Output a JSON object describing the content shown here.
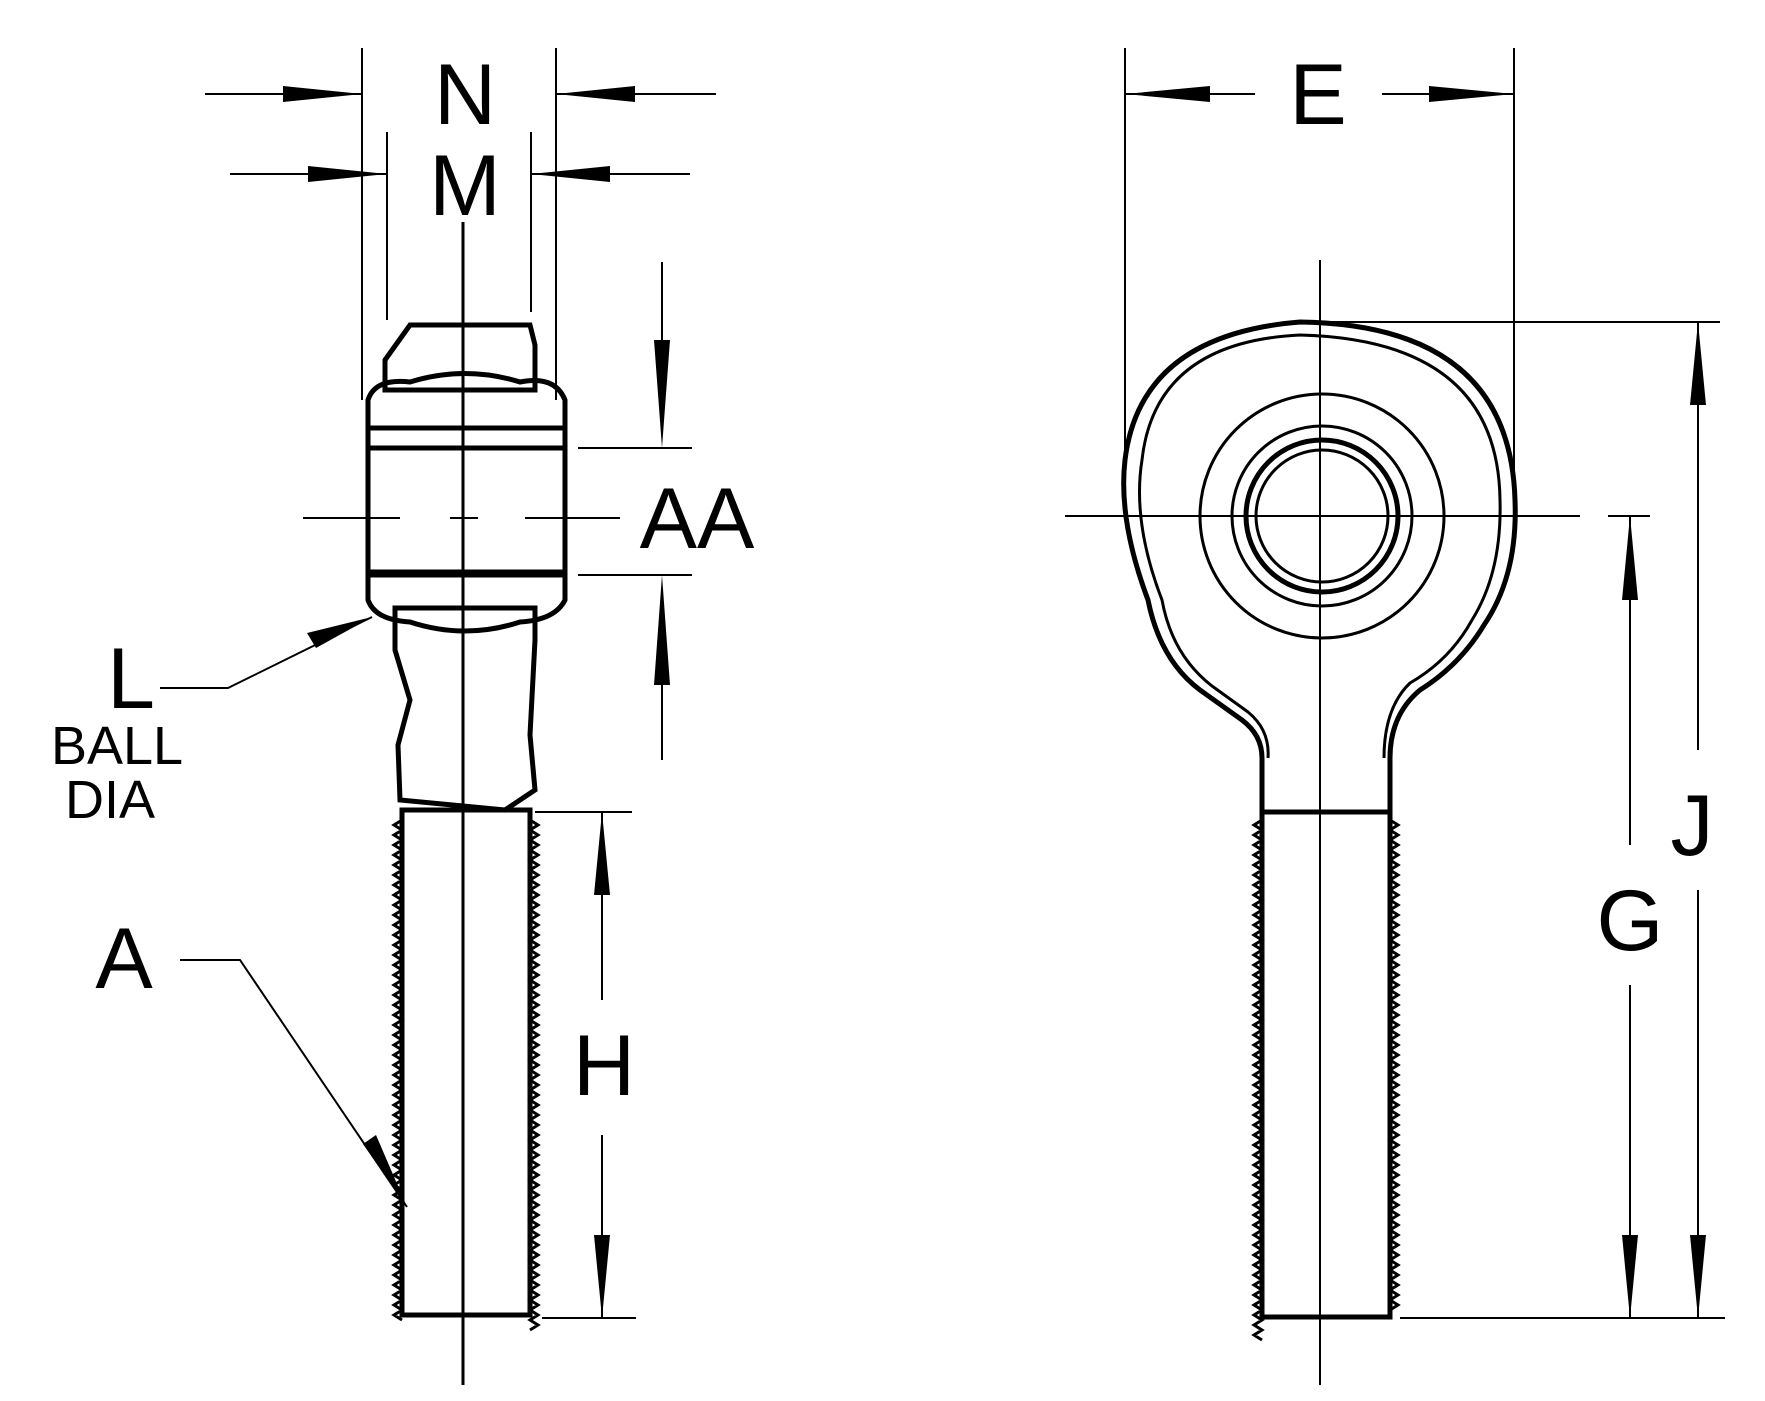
{
  "labels": {
    "N": "N",
    "M": "M",
    "AA": "AA",
    "L": "L",
    "ball": "BALL",
    "dia": "DIA",
    "A": "A",
    "H": "H",
    "E": "E",
    "J": "J",
    "G": "G"
  }
}
